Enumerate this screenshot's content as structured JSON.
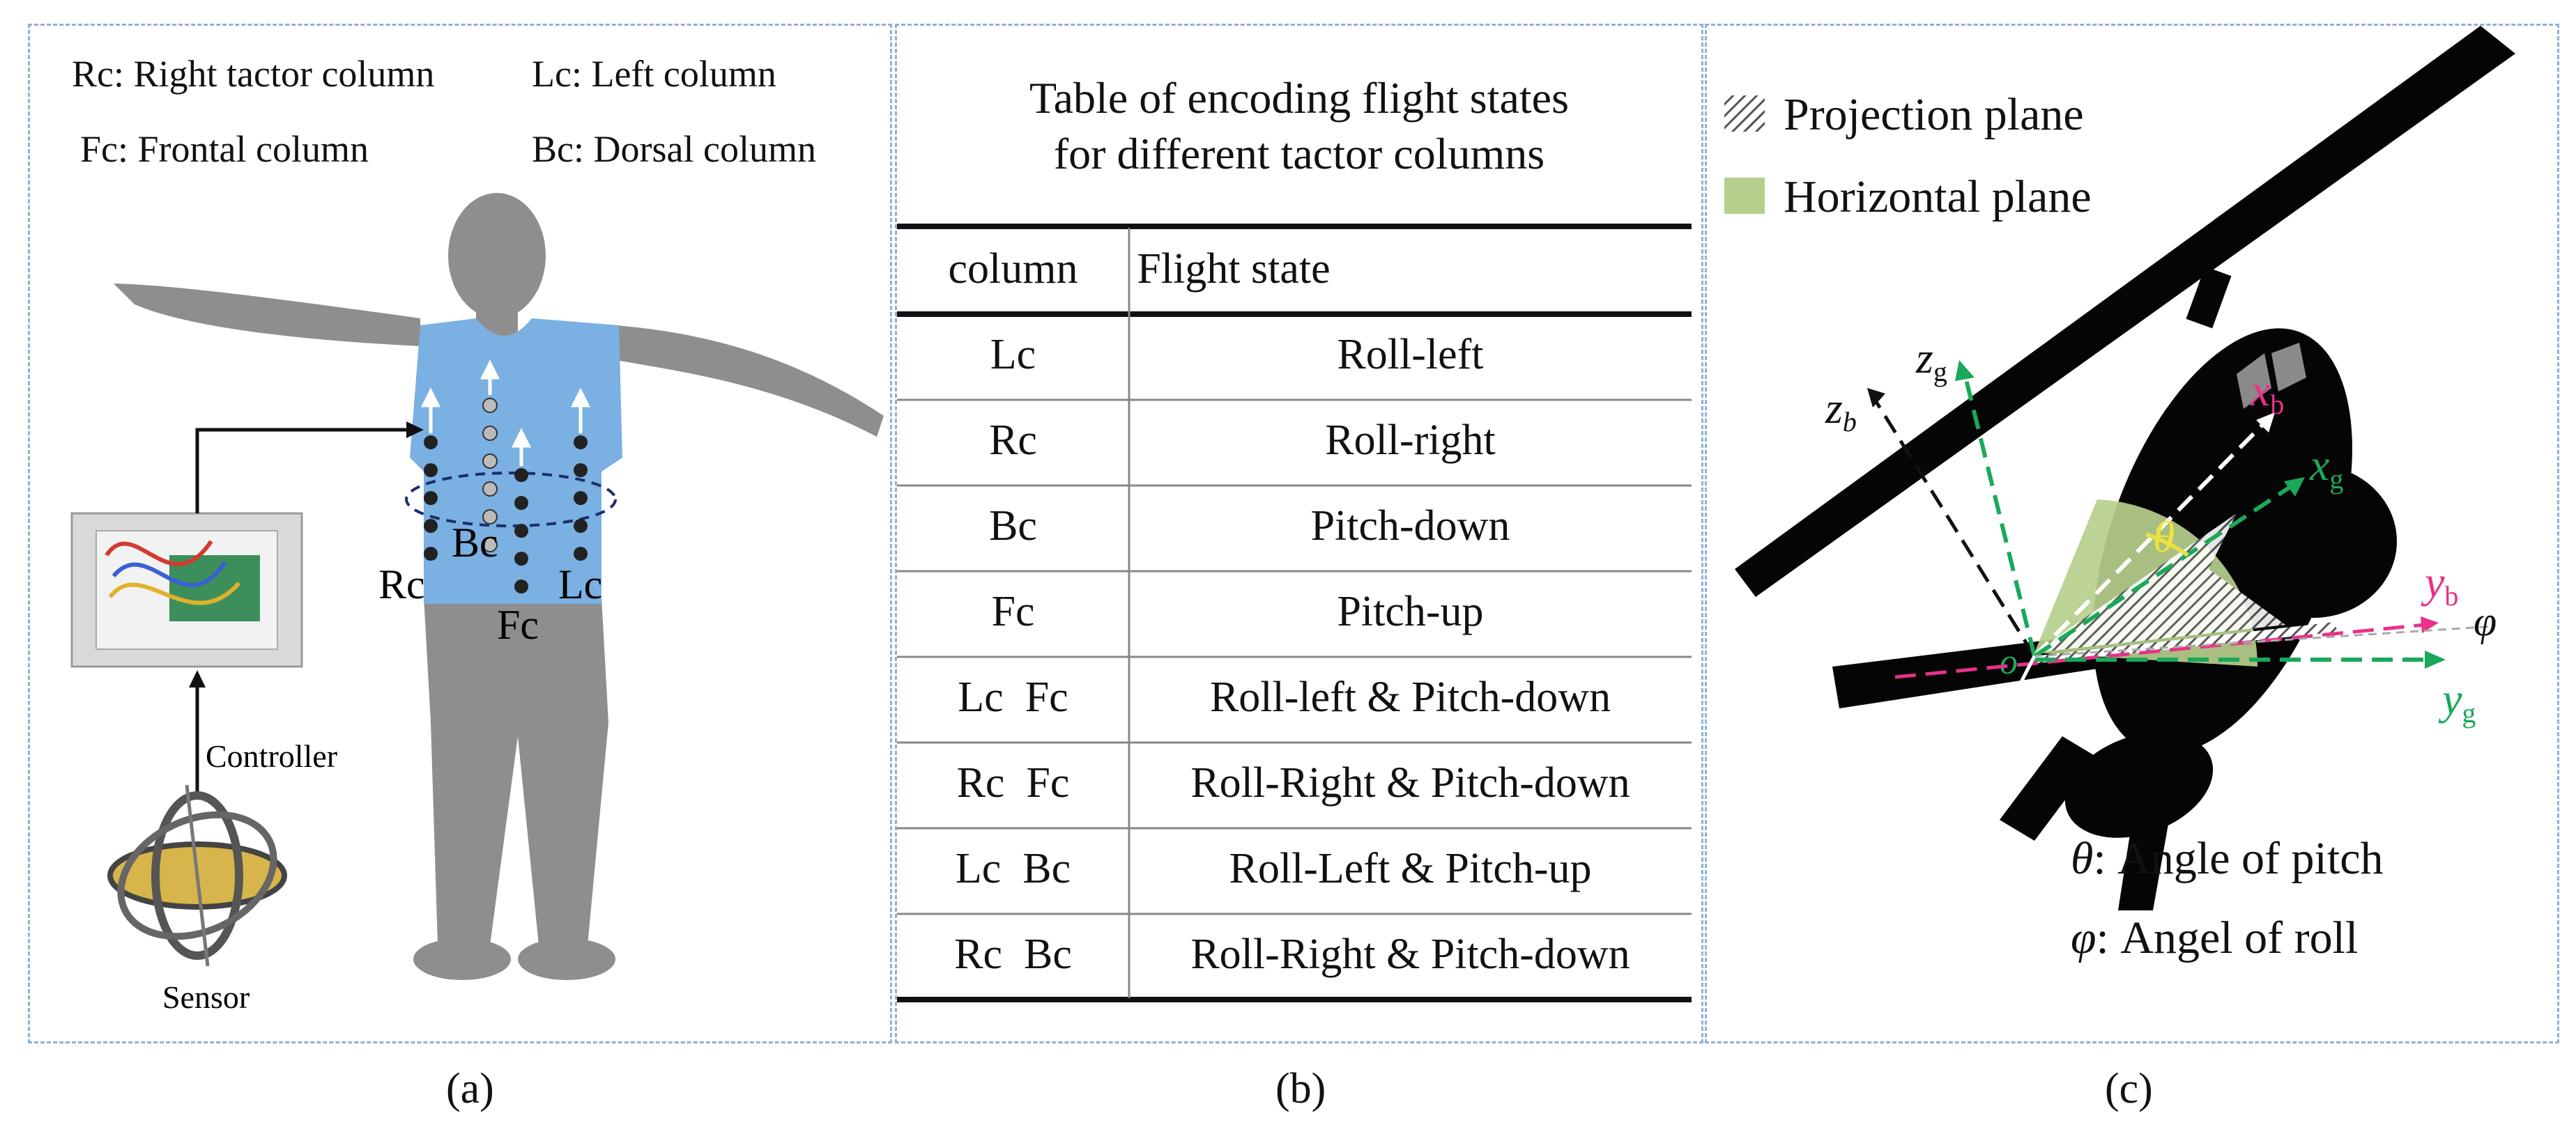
{
  "panel_a": {
    "legend": [
      {
        "key": "Rc",
        "desc": "Right tactor column"
      },
      {
        "key": "Lc",
        "desc": "Left column"
      },
      {
        "key": "Fc",
        "desc": "Frontal column"
      },
      {
        "key": "Bc",
        "desc": "Dorsal column"
      }
    ],
    "column_labels": {
      "rc": "Rc",
      "bc": "Bc",
      "fc": "Fc",
      "lc": "Lc"
    },
    "controller_label": "Controller",
    "sensor_label": "Sensor",
    "vest_color": "#7ab0e2"
  },
  "panel_b": {
    "title_lines": [
      "Table of encoding flight states",
      "for different tactor columns"
    ],
    "headers": [
      "column",
      "Flight state"
    ],
    "rows": [
      [
        "Lc",
        "Roll-left"
      ],
      [
        "Rc",
        "Roll-right"
      ],
      [
        "Bc",
        "Pitch-down"
      ],
      [
        "Fc",
        "Pitch-up"
      ],
      [
        "Lc  Fc",
        "Roll-left & Pitch-down"
      ],
      [
        "Rc  Fc",
        "Roll-Right & Pitch-down"
      ],
      [
        "Lc  Bc",
        "Roll-Left & Pitch-up"
      ],
      [
        "Rc  Bc",
        "Roll-Right & Pitch-down"
      ]
    ]
  },
  "panel_c": {
    "legend": [
      {
        "label": "Projection plane",
        "swatch": "hatch"
      },
      {
        "label": "Horizontal plane",
        "swatch": "#b6cf8c"
      }
    ],
    "axes": {
      "zg": {
        "base": "z",
        "sub": "g",
        "color": "#1aa85a"
      },
      "zb": {
        "base": "z",
        "sub": "b",
        "color": "#111111"
      },
      "xb": {
        "base": "x",
        "sub": "b",
        "color": "#e8318a"
      },
      "xg": {
        "base": "x",
        "sub": "g",
        "color": "#1aa85a"
      },
      "yb": {
        "base": "y",
        "sub": "b",
        "color": "#e8318a"
      },
      "yg": {
        "base": "y",
        "sub": "g",
        "color": "#1aa85a"
      }
    },
    "theta_symbol": "θ",
    "phi_symbol": "φ",
    "origin_label": "o",
    "angle_notes": [
      {
        "symbol": "θ",
        "text": ": Angle of pitch"
      },
      {
        "symbol": "φ",
        "text": ": Angel of roll"
      }
    ]
  },
  "captions": [
    "(a)",
    "(b)",
    "(c)"
  ]
}
